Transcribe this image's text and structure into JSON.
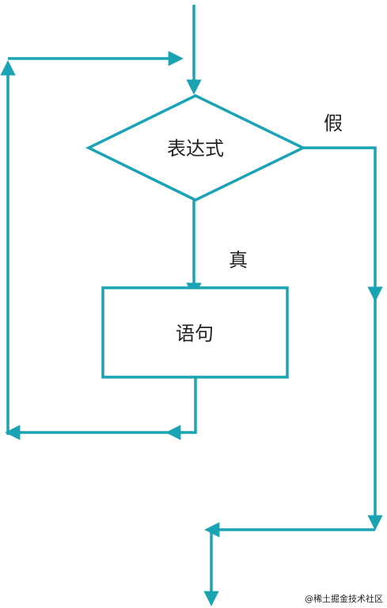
{
  "diagram": {
    "line_color": "#1aa3b3",
    "text_color": "#222222",
    "condition_label": "表达式",
    "statement_label": "语句",
    "true_label": "真",
    "false_label": "假",
    "watermark": "@稀土掘金技术社区"
  }
}
